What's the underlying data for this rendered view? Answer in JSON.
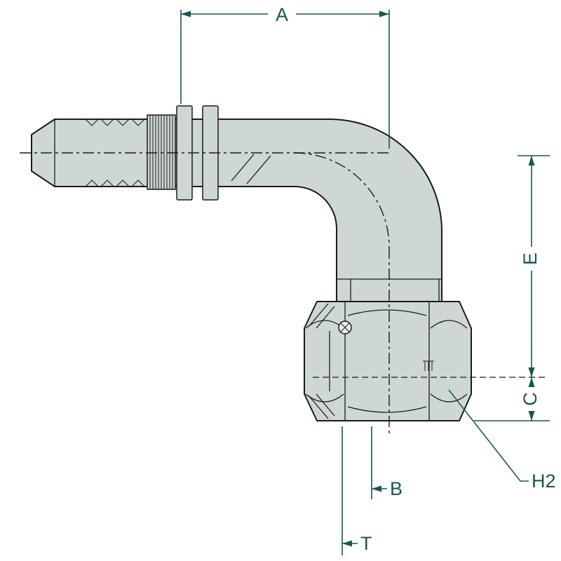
{
  "diagram": {
    "labels": {
      "a": "A",
      "b": "B",
      "c": "C",
      "e": "E",
      "h2": "H2",
      "t": "T"
    },
    "colors": {
      "dimension_lines": "#18584e",
      "drawing_outline": "#1b1b1b",
      "body_fill": "#cfd7d5",
      "background": "#ffffff"
    }
  }
}
